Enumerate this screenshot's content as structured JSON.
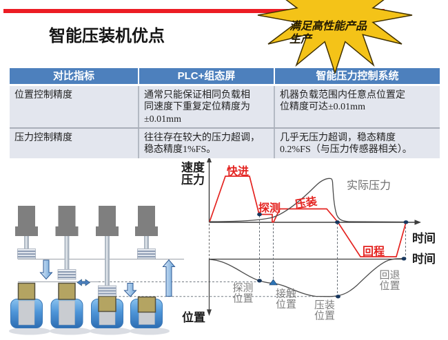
{
  "header": {
    "title": "智能压装机优点",
    "burst_line1": "满足高性能产品",
    "burst_line2": "生产",
    "burst_color": "#f4c318",
    "accent_red": "#ec1c24"
  },
  "table": {
    "header_bg": "#4d80bd",
    "row_bg": "#e3e6ee",
    "columns": [
      "对比指标",
      "PLC+组态屏",
      "智能压力控制系统"
    ],
    "rows": [
      {
        "metric": "位置控制精度",
        "plc_lines": [
          "通常只能保证相同负载相",
          "同速度下重复定位精度为",
          "±0.01mm"
        ],
        "smart_lines": [
          "机器负载范围内任意点位置定",
          "位精度可达±0.01mm"
        ]
      },
      {
        "metric": "压力控制精度",
        "plc_lines": [
          "往往存在较大的压力超调，",
          "稳态精度1%FS。"
        ],
        "smart_lines": [
          "几乎无压力超调，稳态精度",
          "0.2%FS（与压力传感器相关）。"
        ]
      }
    ]
  },
  "labels": {
    "speed": "速度",
    "pressure": "压力",
    "position": "位置",
    "time_upper": "时间",
    "time_lower": "时间",
    "fast_advance": "快进",
    "probe": "探测",
    "press_fit": "压装",
    "return_stroke": "回程",
    "actual_pressure": "实际压力",
    "probe_pos_l1": "探测",
    "probe_pos_l2": "位置",
    "contact_pos_l1": "接触",
    "contact_pos_l2": "位置",
    "press_pos_l1": "压装",
    "press_pos_l2": "位置",
    "retract_pos_l1": "回退",
    "retract_pos_l2": "位置"
  }
}
